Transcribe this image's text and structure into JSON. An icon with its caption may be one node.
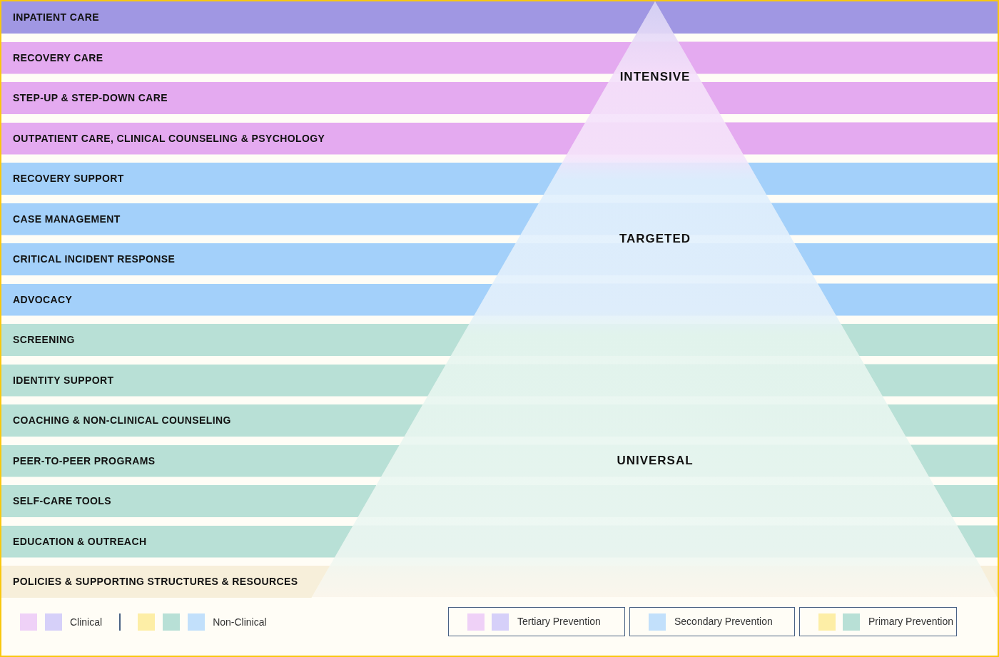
{
  "diagram": {
    "nodes": [
      {
        "text": [
          "INPATIENT CARE"
        ]
      },
      {
        "text": [
          "RECOVERY CARE"
        ]
      },
      {
        "text": [
          "STEP-UP & STEP-DOWN CARE"
        ]
      },
      {
        "text": [
          "OUTPATIENT CARE, CLINICAL COUNSELING & PSYCHOLOGY"
        ]
      },
      {
        "text": [
          "RECOVERY SUPPORT"
        ]
      },
      {
        "text": [
          "CASE MANAGEMENT"
        ]
      },
      {
        "text": [
          "CRITICAL INCIDENT RESPONSE"
        ]
      },
      {
        "text": [
          "ADVOCACY"
        ]
      },
      {
        "text": [
          "SCREENING"
        ]
      },
      {
        "text": [
          "IDENTITY SUPPORT"
        ]
      },
      {
        "text": [
          "COACHING & NON-CLINICAL COUNSELING"
        ]
      },
      {
        "text": [
          "PEER-TO-PEER PROGRAMS"
        ]
      },
      {
        "text": [
          "SELF-CARE TOOLS"
        ]
      },
      {
        "text": [
          "EDUCATION & OUTREACH"
        ]
      },
      {
        "text": [
          "POLICIES & SUPPORTING STRUCTURES & RESOURCES"
        ]
      },
      {
        "text": [
          "INTENSIVE",
          "TARGETED",
          "UNIVERSAL"
        ]
      }
    ],
    "legend": [
      {
        "text": "Clinical",
        "color": "#efd1f7"
      },
      {
        "text": "Non-Clinical",
        "color": "#fdeea6"
      },
      {
        "text": "Tertiary Prevention",
        "color": "#efd1f7"
      },
      {
        "text": "Secondary Prevention",
        "color": "#c2e0fb"
      },
      {
        "text": "Primary Prevention",
        "color": "#fdeea6"
      }
    ]
  }
}
